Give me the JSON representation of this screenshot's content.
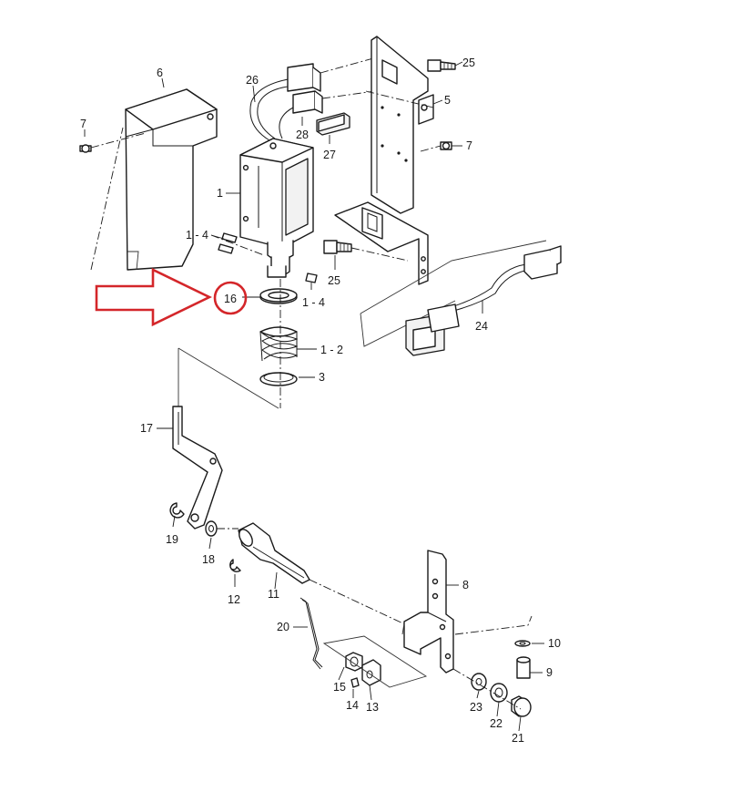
{
  "diagram": {
    "labels": {
      "p1": "1",
      "p1_2": "1 - 2",
      "p1_4a": "1 - 4",
      "p1_4b": "1 - 4",
      "p3": "3",
      "p5": "5",
      "p6": "6",
      "p7a": "7",
      "p7b": "7",
      "p8": "8",
      "p9": "9",
      "p10": "10",
      "p11": "11",
      "p12": "12",
      "p13": "13",
      "p14": "14",
      "p15": "15",
      "p16": "16",
      "p17": "17",
      "p18": "18",
      "p19": "19",
      "p20": "20",
      "p21": "21",
      "p22": "22",
      "p23": "23",
      "p24": "24",
      "p25a": "25",
      "p25b": "25",
      "p26": "26",
      "p27": "27",
      "p28": "28"
    },
    "highlight": {
      "part": "16",
      "color": "#d4262a"
    }
  }
}
